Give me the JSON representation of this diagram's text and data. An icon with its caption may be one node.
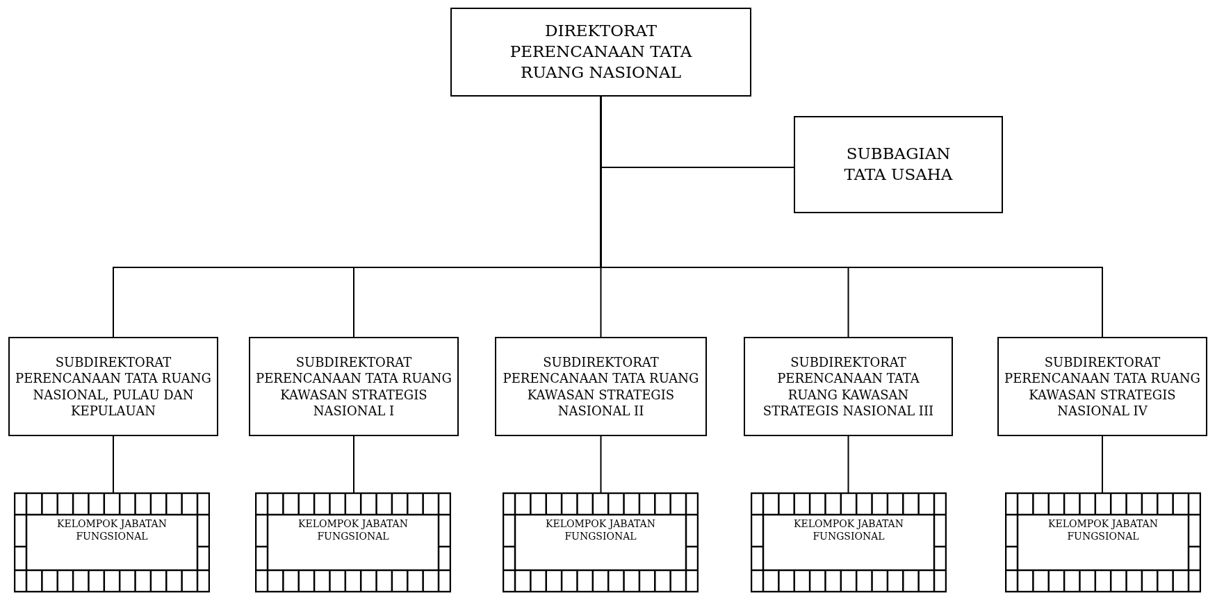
{
  "diagram": {
    "nodes": [
      {
        "text": [
          "DIREKTORAT PERENCANAAN TATA RUANG NASIONAL"
        ]
      },
      {
        "text": [
          "SUBBAGIAN TATA USAHA"
        ]
      },
      {
        "text": [
          "SUBDIREKTORAT PERENCANAAN TATA RUANG NASIONAL, PULAU DAN KEPULAUAN"
        ]
      },
      {
        "text": [
          "SUBDIREKTORAT PERENCANAAN TATA RUANG KAWASAN STRATEGIS NASIONAL I"
        ]
      },
      {
        "text": [
          "SUBDIREKTORAT PERENCANAAN TATA RUANG KAWASAN STRATEGIS NASIONAL II"
        ]
      },
      {
        "text": [
          "SUBDIREKTORAT PERENCANAAN TATA RUANG KAWASAN STRATEGIS NASIONAL III"
        ]
      },
      {
        "text": [
          "SUBDIREKTORAT PERENCANAAN TATA RUANG KAWASAN STRATEGIS NASIONAL IV"
        ]
      },
      {
        "text": [
          "KELOMPOK JABATAN FUNGSIONAL"
        ]
      },
      {
        "text": [
          "KELOMPOK JABATAN FUNGSIONAL"
        ]
      },
      {
        "text": [
          "KELOMPOK JABATAN FUNGSIONAL"
        ]
      },
      {
        "text": [
          "KELOMPOK JABATAN FUNGSIONAL"
        ]
      },
      {
        "text": [
          "KELOMPOK JABATAN FUNGSIONAL"
        ]
      }
    ],
    "edges": [
      {
        "from": 0,
        "to": 1,
        "arrow": "none"
      },
      {
        "from": 0,
        "to": 2,
        "arrow": "none"
      },
      {
        "from": 0,
        "to": 3,
        "arrow": "none"
      },
      {
        "from": 0,
        "to": 4,
        "arrow": "none"
      },
      {
        "from": 0,
        "to": 5,
        "arrow": "none"
      },
      {
        "from": 0,
        "to": 6,
        "arrow": "none"
      },
      {
        "from": 2,
        "to": 7,
        "arrow": "none"
      },
      {
        "from": 3,
        "to": 8,
        "arrow": "none"
      },
      {
        "from": 4,
        "to": 9,
        "arrow": "none"
      },
      {
        "from": 5,
        "to": 10,
        "arrow": "none"
      },
      {
        "from": 6,
        "to": 11,
        "arrow": "none"
      }
    ]
  }
}
